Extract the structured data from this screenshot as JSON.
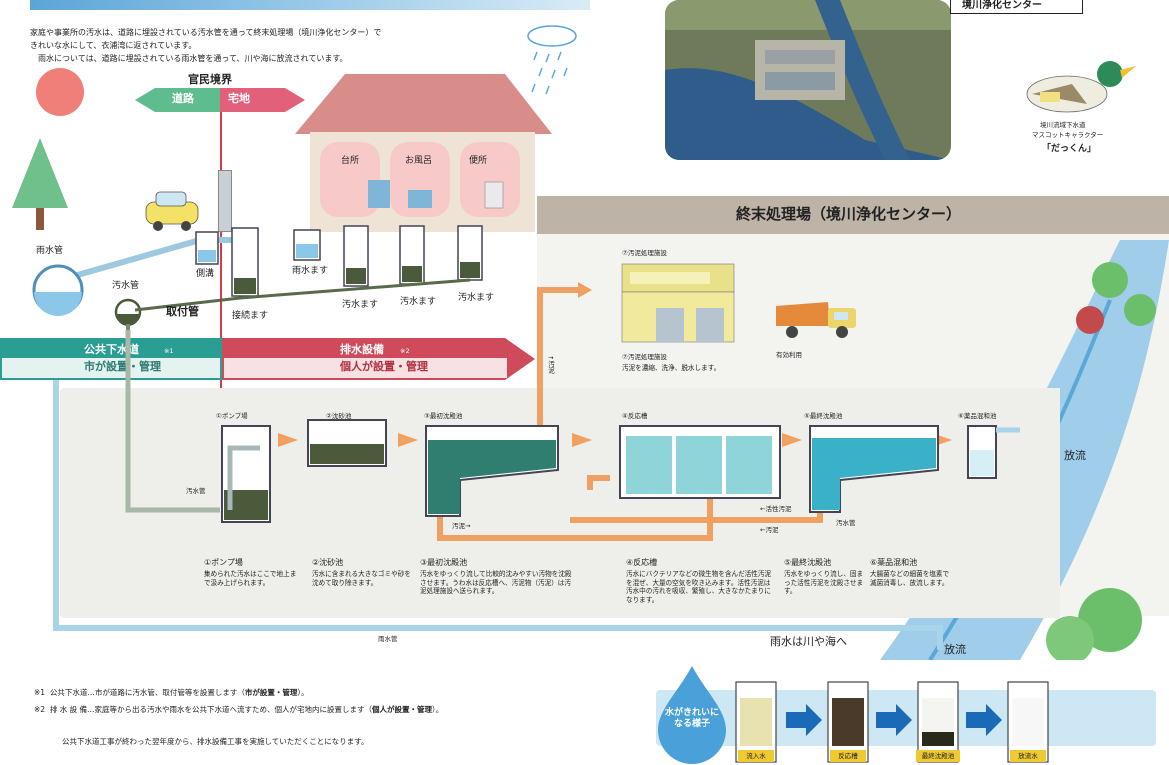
{
  "intro": {
    "line1": "家庭や事業所の汚水は、道路に埋設されている汚水管を通って終末処理場（境川浄化センター）で",
    "line2": "きれいな水にして、衣浦湾に返されています。",
    "line3": "雨水については、道路に埋設されている雨水管を通って、川や海に放流されています。"
  },
  "photo_caption": "境川浄化センター",
  "mascot": {
    "line1": "境川流域下水道",
    "line2": "マスコットキャラクター",
    "name": "「だっくん」"
  },
  "boundary": {
    "title": "官民境界",
    "road": "道路",
    "residential": "宅地"
  },
  "house": {
    "kitchen": "台所",
    "bath": "お風呂",
    "toilet": "便所"
  },
  "labels": {
    "rainwater_pipe": "雨水管",
    "sewage_pipe": "汚水管",
    "gutter": "側溝",
    "rain_basin": "雨水ます",
    "sewage_basin_1": "汚水ます",
    "sewage_basin_2": "汚水ます",
    "sewage_basin_3": "汚水ます",
    "connection_pipe": "取付管",
    "connection_basin": "接続ます",
    "public_sewer": "公共下水道",
    "public_sewer_note": "※1",
    "public_sewer_owner": "市が設置・管理",
    "drain_facility": "排水設備",
    "drain_facility_note": "※2",
    "drain_facility_owner": "個人が設置・管理",
    "sewage_pipe_inlet": "汚水管",
    "sludge_arrow": "汚泥→",
    "activated_sludge": "←活性汚泥",
    "sludge_return": "←汚泥",
    "sewage_pipe_out": "汚水管",
    "sludge_up": "↑汚泥",
    "discharge_1": "放流",
    "rain_to_river": "雨水は川や海へ",
    "discharge_2": "放流",
    "rain_pipe_bottom": "雨水管",
    "effective_use": "有効利用"
  },
  "plant_title": "終末処理場（境川浄化センター）",
  "sludge_facility": {
    "top_label": "⑦汚泥処理施設",
    "title": "⑦汚泥処理施設",
    "desc": "汚泥を濃縮、洗浄、脱水します。"
  },
  "steps": [
    {
      "label": "①ポンプ場",
      "title": "①ポンプ場",
      "desc": "集められた汚水はここで地上まで汲み上げられます。"
    },
    {
      "label": "②沈砂池",
      "title": "②沈砂池",
      "desc": "汚水に含まれる大きなゴミや砂を沈めて取り除きます。"
    },
    {
      "label": "③最初沈殿池",
      "title": "③最初沈殿池",
      "desc": "汚水をゆっくり流して比較的沈みやすい汚物を沈殿させます。うわ水は反応槽へ、汚泥物（汚泥）は汚泥処理施設へ送られます。"
    },
    {
      "label": "④反応槽",
      "title": "④反応槽",
      "desc": "汚水にバクテリアなどの微生物を含んだ活性汚泥を混ぜ、大量の空気を吹き込みます。活性汚泥は汚水中の汚れを吸収、繁殖し、大きなかたまりになります。"
    },
    {
      "label": "⑤最終沈殿池",
      "title": "⑤最終沈殿池",
      "desc": "汚水をゆっくり流し、固まった活性汚泥を沈殿させます。"
    },
    {
      "label": "⑥薬品混和池",
      "title": "⑥薬品混和池",
      "desc": "大腸菌などの細菌を塩素で滅菌消毒し、放流します。"
    }
  ],
  "water_demo": {
    "drop_text": "水がきれいになる様子",
    "jars": [
      "流入水",
      "反応槽",
      "最終沈殿池",
      "放流水"
    ]
  },
  "footnotes": {
    "n1_mark": "※1",
    "n1_text": "公共下水道…市が道路に汚水管、取付管等を設置します（",
    "n1_bold": "市が設置・管理",
    "n1_end": "）。",
    "n2_mark": "※2",
    "n2_text": "排 水 設 備…家庭等から出る汚水や雨水を公共下水道へ流すため、個人が宅地内に設置します（",
    "n2_bold": "個人が設置・管理",
    "n2_end": "）。",
    "n3": "公共下水道工事が終わった翌年度から、排水設備工事を実施していただくことになります。"
  },
  "colors": {
    "teal": "#2a9e93",
    "red": "#cf4a5a",
    "orange_pipe": "#f0a060",
    "sky_pipe": "#a8d4ea",
    "sludge": "#4a5a3a",
    "water": "#3bb0c9",
    "river": "#5aa8d8"
  }
}
